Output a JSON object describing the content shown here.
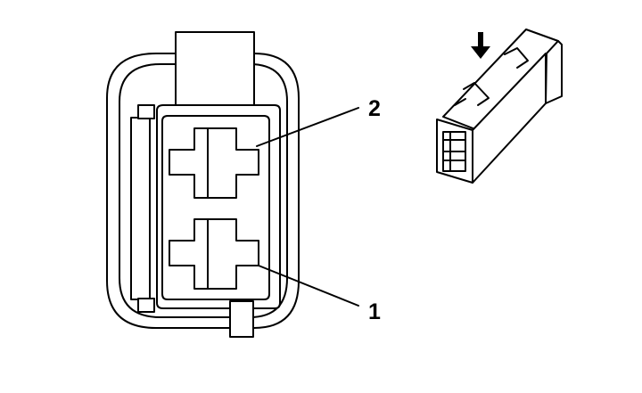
{
  "callouts": [
    {
      "id": "2",
      "label": "2"
    },
    {
      "id": "1",
      "label": "1"
    }
  ],
  "icons": {
    "arrow": "down-arrow-icon"
  },
  "colors": {
    "ink": "#000000",
    "paper": "#ffffff"
  }
}
